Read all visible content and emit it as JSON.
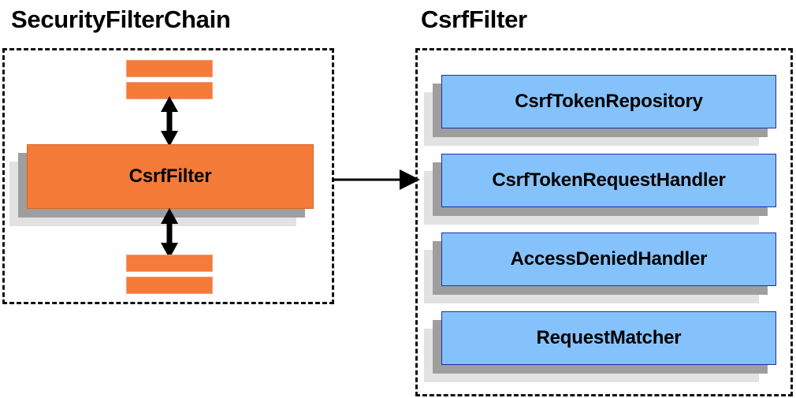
{
  "diagram": {
    "title_left": "SecurityFilterChain",
    "title_right": "CsrfFilter",
    "colors": {
      "orange_fill": "#f47b38",
      "orange_border": "#d9652a",
      "blue_fill": "#85c2fb",
      "blue_border": "#1b31a8",
      "shadow_dark": "#9e9e9e",
      "shadow_light": "#e2e2e2",
      "outline_dashed": "#111111",
      "arrow": "#000000",
      "text": "#000000",
      "background": "#ffffff"
    }
  },
  "left_panel": {
    "title": "SecurityFilterChain",
    "focus_component": "CsrfFilter",
    "filters_above": [
      "",
      ""
    ],
    "filters_below": [
      "",
      ""
    ],
    "connector_above": "double-headed-arrow",
    "connector_below": "double-headed-arrow"
  },
  "connector": {
    "type": "single-headed-arrow",
    "direction": "left-to-right",
    "from": "SecurityFilterChain.CsrfFilter",
    "to": "CsrfFilter"
  },
  "right_panel": {
    "title": "CsrfFilter",
    "collaborators": [
      {
        "label": "CsrfTokenRepository"
      },
      {
        "label": "CsrfTokenRequestHandler"
      },
      {
        "label": "AccessDeniedHandler"
      },
      {
        "label": "RequestMatcher"
      }
    ]
  }
}
